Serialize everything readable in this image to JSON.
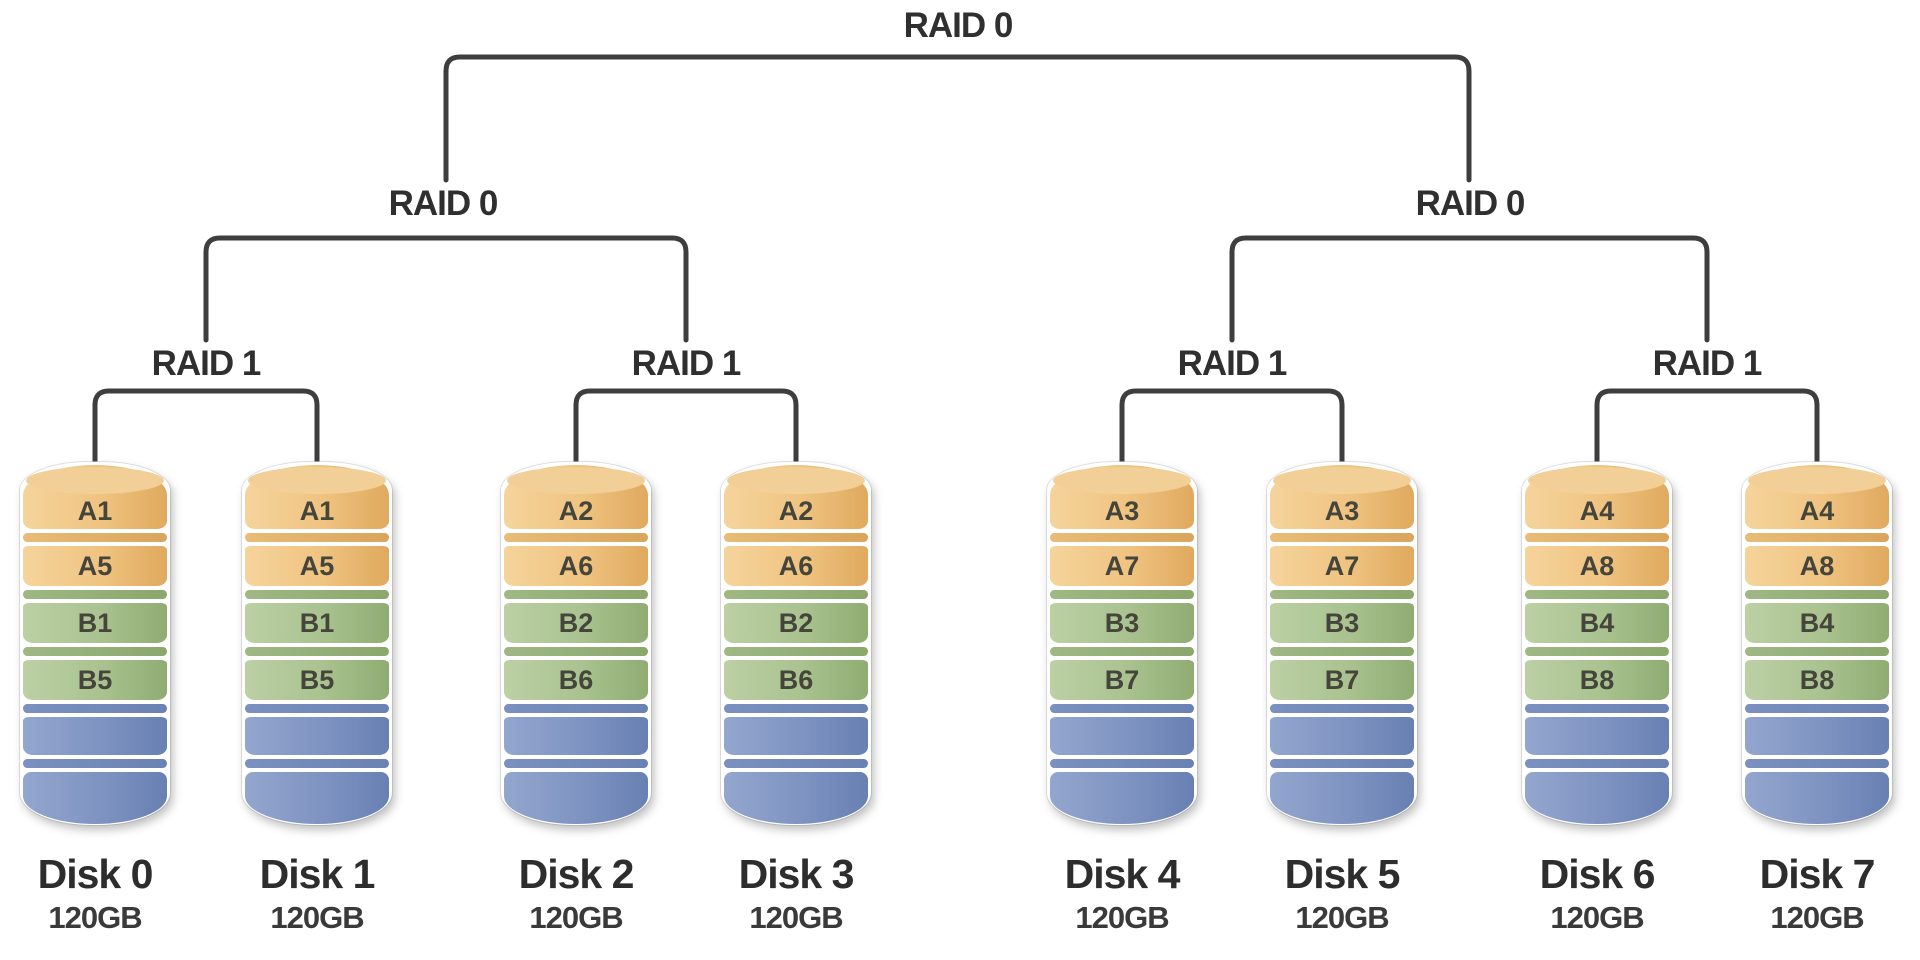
{
  "diagram": {
    "type": "nested-raid-tree",
    "root": {
      "label": "RAID 0"
    },
    "stripe_nodes": [
      {
        "label": "RAID 0"
      },
      {
        "label": "RAID 0"
      }
    ],
    "mirror_nodes": [
      {
        "label": "RAID 1"
      },
      {
        "label": "RAID 1"
      },
      {
        "label": "RAID 1"
      },
      {
        "label": "RAID 1"
      }
    ],
    "disks": [
      {
        "name": "Disk 0",
        "capacity": "120GB",
        "blocks": [
          "A1",
          "A5",
          "B1",
          "B5"
        ]
      },
      {
        "name": "Disk 1",
        "capacity": "120GB",
        "blocks": [
          "A1",
          "A5",
          "B1",
          "B5"
        ]
      },
      {
        "name": "Disk 2",
        "capacity": "120GB",
        "blocks": [
          "A2",
          "A6",
          "B2",
          "B6"
        ]
      },
      {
        "name": "Disk 3",
        "capacity": "120GB",
        "blocks": [
          "A2",
          "A6",
          "B2",
          "B6"
        ]
      },
      {
        "name": "Disk 4",
        "capacity": "120GB",
        "blocks": [
          "A3",
          "A7",
          "B3",
          "B7"
        ]
      },
      {
        "name": "Disk 5",
        "capacity": "120GB",
        "blocks": [
          "A3",
          "A7",
          "B3",
          "B7"
        ]
      },
      {
        "name": "Disk 6",
        "capacity": "120GB",
        "blocks": [
          "A4",
          "A8",
          "B4",
          "B8"
        ]
      },
      {
        "name": "Disk 7",
        "capacity": "120GB",
        "blocks": [
          "A4",
          "A8",
          "B4",
          "B8"
        ]
      }
    ],
    "colors": {
      "block_a_orange": "#EFC380",
      "block_b_green": "#A9C28F",
      "free_space_blue": "#7E93C1",
      "connector_line": "#3E3E3E",
      "label_text": "#2F2F2F"
    }
  }
}
